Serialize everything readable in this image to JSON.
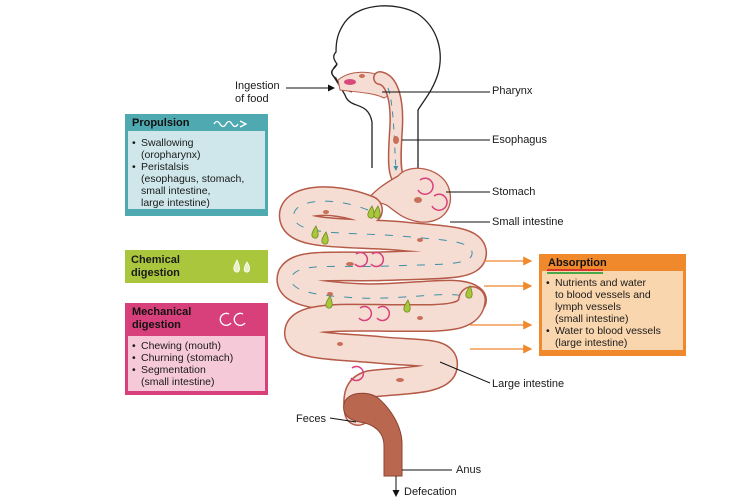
{
  "labels": {
    "ingestion": "Ingestion\nof food",
    "pharynx": "Pharynx",
    "esophagus": "Esophagus",
    "stomach": "Stomach",
    "small_intestine": "Small intestine",
    "large_intestine": "Large intestine",
    "feces": "Feces",
    "anus": "Anus",
    "defecation": "Defecation"
  },
  "propulsion": {
    "title": "Propulsion",
    "items": [
      {
        "main": "Swallowing",
        "cont": "(oropharynx)"
      },
      {
        "main": "Peristalsis",
        "cont": "(esophagus, stomach,\nsmall intestine,\nlarge intestine)"
      }
    ]
  },
  "chemical": {
    "title": "Chemical\ndigestion"
  },
  "mechanical": {
    "title": "Mechanical\ndigestion",
    "items": [
      {
        "main": "Chewing (mouth)",
        "cont": ""
      },
      {
        "main": "Churning (stomach)",
        "cont": ""
      },
      {
        "main": "Segmentation",
        "cont": "(small intestine)"
      }
    ]
  },
  "absorption": {
    "title": "Absorption",
    "items": [
      {
        "main": "Nutrients and water",
        "cont": "to blood vessels and\nlymph vessels\n(small intestine)"
      },
      {
        "main": "Water to blood vessels",
        "cont": "(large intestine)"
      }
    ]
  },
  "colors": {
    "propulsion": "#4fa9b1",
    "chemical": "#a9c63d",
    "mechanical": "#d7407a",
    "absorption": "#f0882c",
    "tract_fill": "#f6ddd3",
    "tract_spots": "#c9705a",
    "flow_arrow": "#3b8fa8"
  },
  "icons": {
    "propulsion": "wave-arrow-icon",
    "chemical": "droplets-icon",
    "mechanical": "churn-arrows-icon"
  }
}
